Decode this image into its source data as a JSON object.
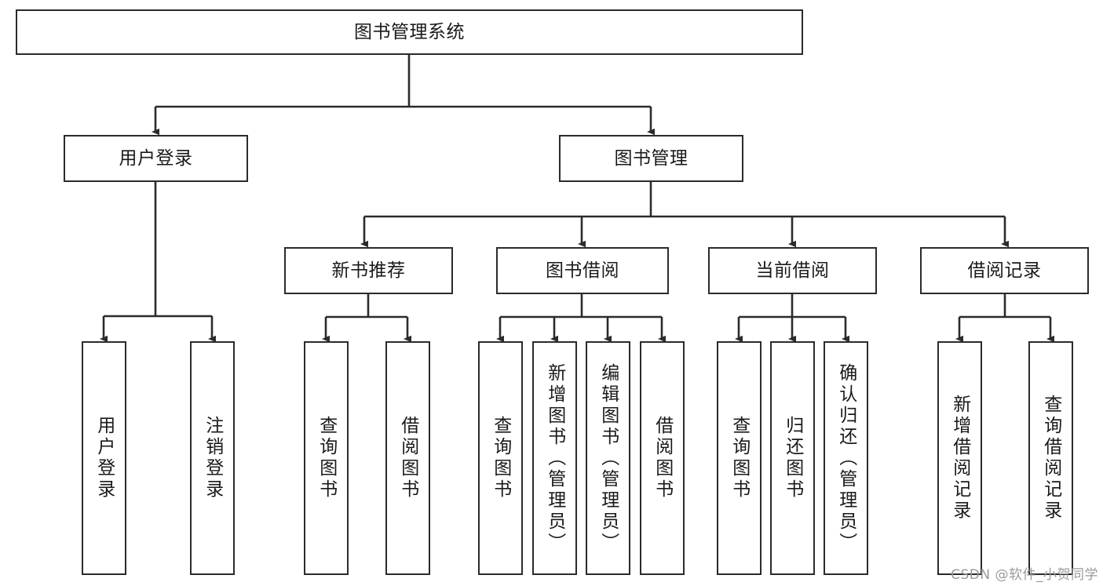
{
  "diagram": {
    "title": "图书管理系统",
    "type": "tree-hierarchy",
    "watermark": "CSDN @软件_小贺同学",
    "colors": {
      "box_border": "#2b2b2b",
      "box_fill": "#ffffff",
      "connector": "#2b2b2b",
      "text": "#1a1a1a",
      "watermark": "#9a9a9a",
      "background": "#ffffff"
    },
    "root": {
      "label": "图书管理系统"
    },
    "level2": [
      {
        "label": "用户登录"
      },
      {
        "label": "图书管理"
      }
    ],
    "level3": [
      {
        "label": "新书推荐"
      },
      {
        "label": "图书借阅"
      },
      {
        "label": "当前借阅"
      },
      {
        "label": "借阅记录"
      }
    ],
    "leaves": {
      "user_login": [
        {
          "label": "用户登录"
        },
        {
          "label": "注销登录"
        }
      ],
      "new_book_recommend": [
        {
          "label": "查询图书"
        },
        {
          "label": "借阅图书"
        }
      ],
      "book_borrow": [
        {
          "label": "查询图书"
        },
        {
          "label": "新增图书（管理员）"
        },
        {
          "label": "编辑图书（管理员）"
        },
        {
          "label": "借阅图书"
        }
      ],
      "current_borrow": [
        {
          "label": "查询图书"
        },
        {
          "label": "归还图书"
        },
        {
          "label": "确认归还（管理员）"
        }
      ],
      "borrow_record": [
        {
          "label": "新增借阅记录"
        },
        {
          "label": "查询借阅记录"
        }
      ]
    }
  }
}
